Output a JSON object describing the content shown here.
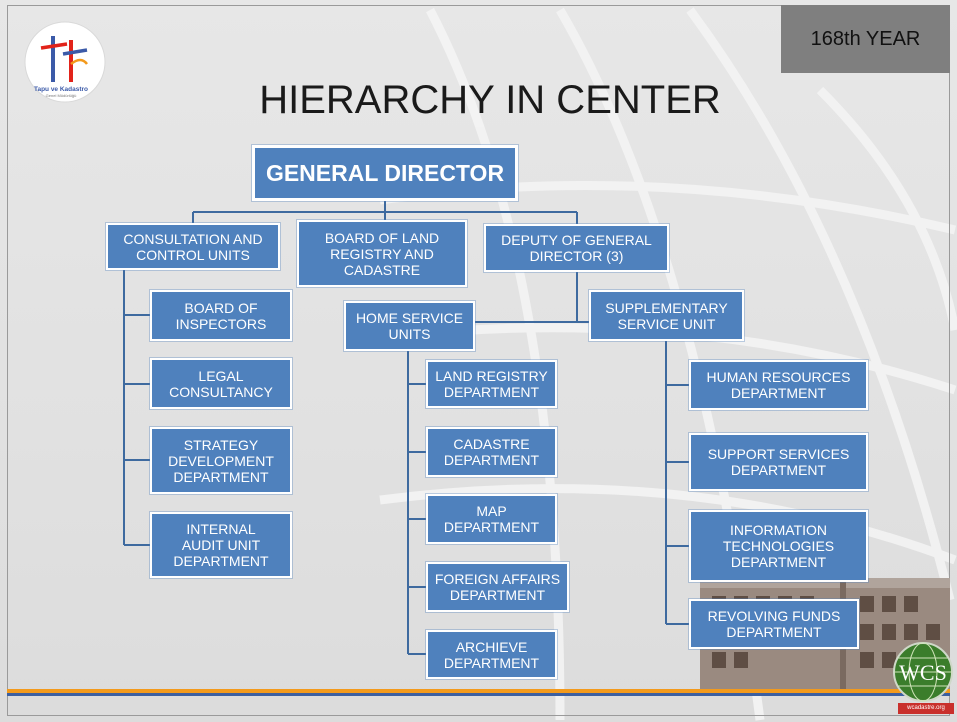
{
  "header": {
    "title": "HIERARCHY IN CENTER",
    "year_badge": "168th YEAR"
  },
  "logo": {
    "name": "Tapu ve Kadastro",
    "subtitle": "Genel Müdürlüğü"
  },
  "watermark": {
    "text": "WCS",
    "url": "wcadastre.org"
  },
  "chart": {
    "general_director": "GENERAL DIRECTOR",
    "consultation_units": "CONSULTATION AND\nCONTROL UNITS",
    "board": "BOARD OF LAND\nREGISTRY AND\nCADASTRE",
    "deputy": "DEPUTY OF GENERAL\nDIRECTOR (3)",
    "home_service": "HOME SERVICE\nUNITS",
    "supplementary": "SUPPLEMENTARY\nSERVICE UNIT",
    "consultation_children": [
      "BOARD OF\nINSPECTORS",
      "LEGAL\nCONSULTANCY",
      "STRATEGY\nDEVELOPMENT\nDEPARTMENT",
      "INTERNAL\nAUDIT UNIT\nDEPARTMENT"
    ],
    "home_children": [
      "LAND REGISTRY\nDEPARTMENT",
      "CADASTRE\nDEPARTMENT",
      "MAP\nDEPARTMENT",
      "FOREIGN AFFAIRS\nDEPARTMENT",
      "ARCHIEVE\nDEPARTMENT"
    ],
    "supplementary_children": [
      "HUMAN RESOURCES\nDEPARTMENT",
      "SUPPORT SERVICES\nDEPARTMENT",
      "INFORMATION\nTECHNOLOGIES\nDEPARTMENT",
      "REVOLVING FUNDS\nDEPARTMENT"
    ]
  },
  "colors": {
    "node_fill": "#4f81bd",
    "node_border": "#ffffff",
    "connector": "#3e6a9f",
    "accent_orange": "#f39a1c",
    "accent_blue": "#3c5fa0",
    "badge": "#7f7f7f"
  }
}
